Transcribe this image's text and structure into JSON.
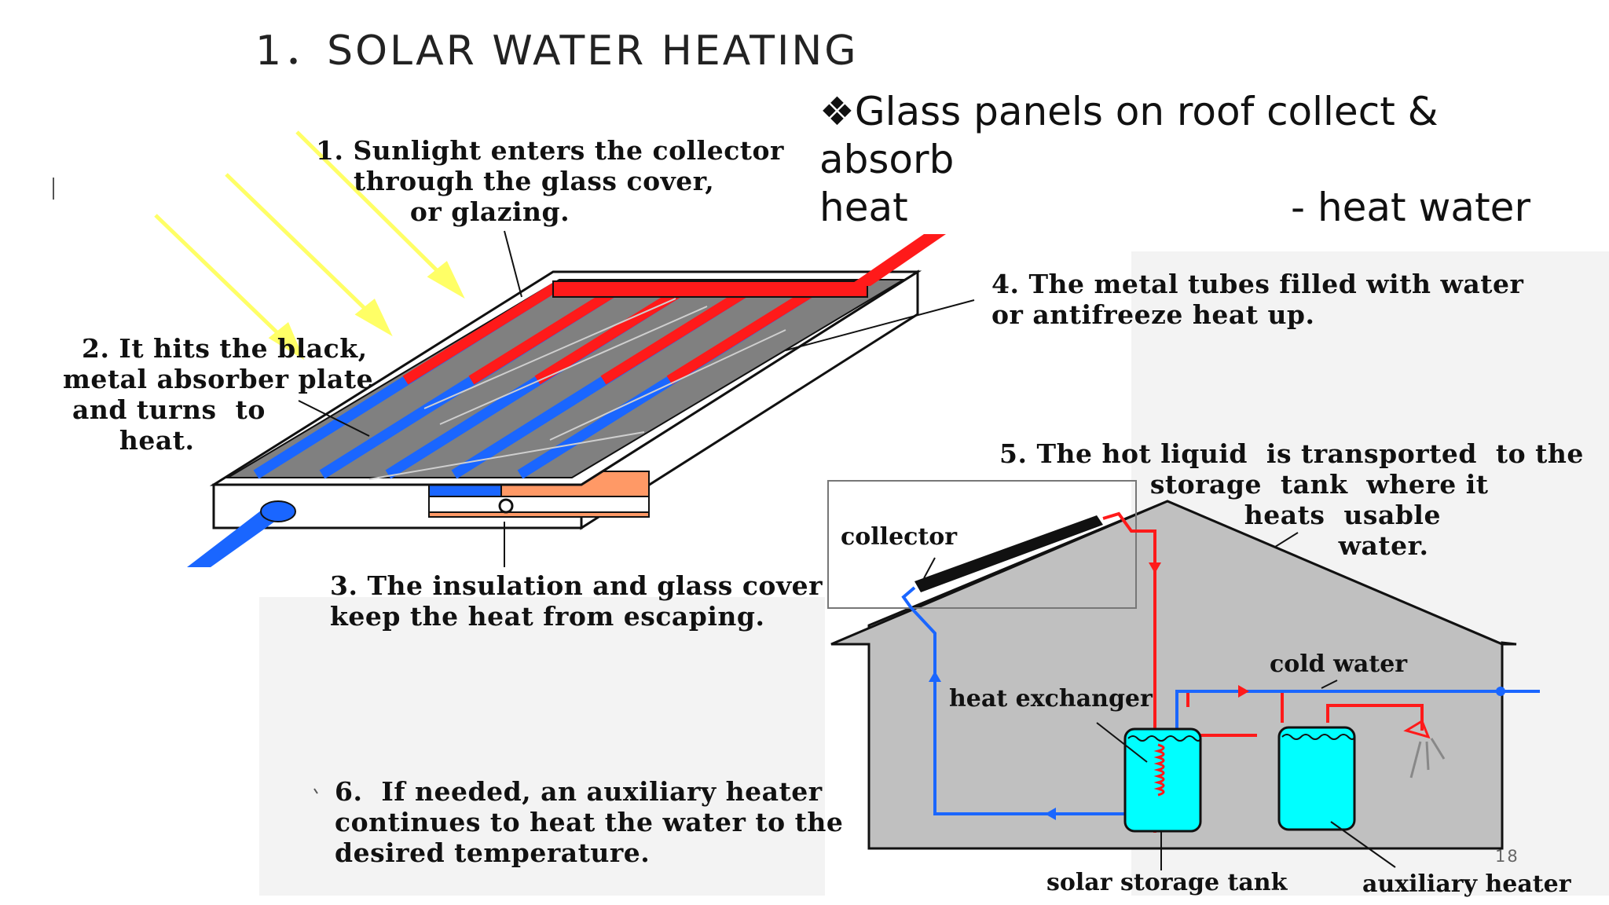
{
  "slide": {
    "title": "1．SOLAR  WATER HEATING",
    "bullet_symbol": "❖",
    "bullet_line1": "Glass panels on roof  collect & absorb",
    "bullet_line2_left": "heat",
    "bullet_line2_right": "- heat  water",
    "page_number": "18"
  },
  "captions": {
    "step1": "1. Sunlight enters the collector\n    through the glass cover,\n          or glazing.",
    "step2": "  2. It hits the black,\nmetal absorber plate\n and turns  to\n      heat.",
    "step3": "3. The insulation and glass cover\nkeep the heat from escaping.",
    "step4": "4. The metal tubes filled with water\nor antifreeze heat up.",
    "step5": "5. The hot liquid  is transported  to the\n                storage  tank  where it\n                          heats  usable\n                                    water.",
    "step6": "6.  If needed, an auxiliary heater\ncontinues to heat the water to the\ndesired temperature."
  },
  "labels": {
    "collector": "collector",
    "cold_water": "cold water",
    "heat_exchanger": "heat exchanger",
    "solar_storage_tank": "solar storage tank",
    "auxiliary_heater": "auxiliary heater"
  },
  "colors": {
    "hot_pipe": "#ff1a1a",
    "cold_pipe": "#1a66ff",
    "sunlight": "#ffff66",
    "absorber": "#808080",
    "house": "#c0c0c0",
    "tank_water": "#00ffff",
    "insulation": "#ff9966"
  }
}
